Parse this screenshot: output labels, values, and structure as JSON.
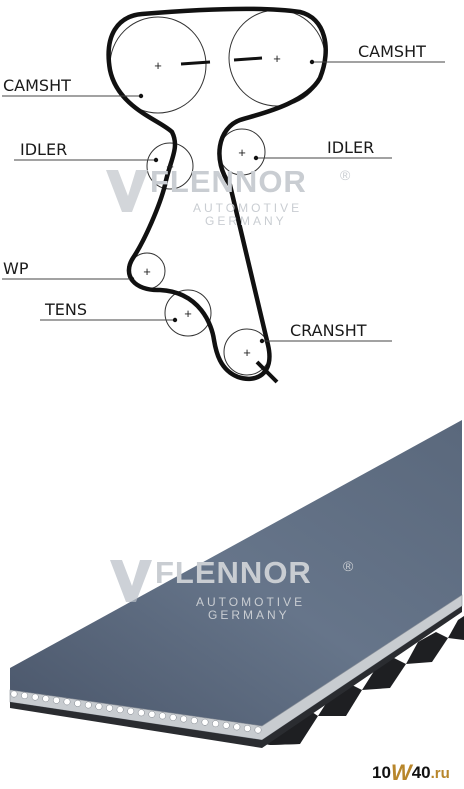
{
  "diagram": {
    "labels": {
      "camshaft_right": "CAMSHT",
      "camshaft_left": "CAMSHT",
      "idler_left": "IDLER",
      "idler_right": "IDLER",
      "water_pump": "WP",
      "tensioner": "TENS",
      "crankshaft": "CRANSHT"
    },
    "pulley_marker": "+"
  },
  "watermark": {
    "brand": "FLENNOR",
    "line1": "AUTOMOTIVE",
    "line2": "GERMANY",
    "registered": "®"
  },
  "site_badge": {
    "part_a": "10",
    "part_b": "W",
    "part_c": "40",
    "part_d": ".ru"
  },
  "colors": {
    "belt_line": "#111111",
    "belt_surface": "#5d6b7e",
    "belt_edge": "#c8ccd0",
    "watermark": "#c9cdd2",
    "badge_accent": "#b8862b"
  }
}
